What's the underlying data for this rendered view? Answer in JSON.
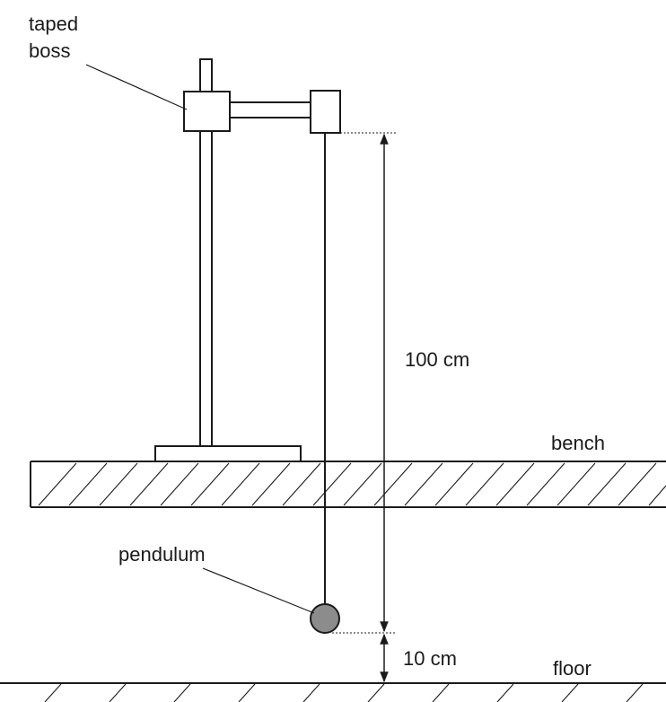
{
  "labels": {
    "taped_boss_line1": "taped",
    "taped_boss_line2": "boss",
    "length_100": "100 cm",
    "bench": "bench",
    "pendulum": "pendulum",
    "height_10": "10 cm",
    "floor": "floor"
  },
  "colors": {
    "ink": "#1a1a1a",
    "bob": "#8c8c8c"
  }
}
